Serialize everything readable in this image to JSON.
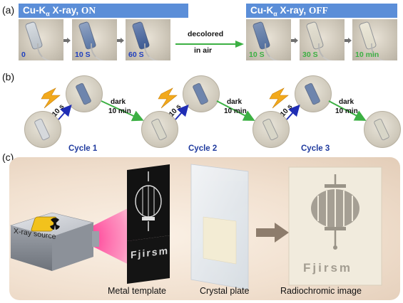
{
  "panel_labels": {
    "a": "(a)",
    "b": "(b)",
    "c": "(c)"
  },
  "panel_a": {
    "header_on": {
      "prefix": "Cu-K",
      "sub": "α",
      "suffix": " X-ray, ",
      "state": "ON"
    },
    "header_off": {
      "prefix": "Cu-K",
      "sub": "α",
      "suffix": " X-ray, ",
      "state": "OFF"
    },
    "decolor_text_line1": "decolored",
    "decolor_text_line2": "in air",
    "photos_on": [
      {
        "label": "0"
      },
      {
        "label": "10 S"
      },
      {
        "label": "60 S"
      }
    ],
    "photos_off": [
      {
        "label": "10 S"
      },
      {
        "label": "30 S"
      },
      {
        "label": "10 min"
      }
    ]
  },
  "panel_b": {
    "irradiate_label": "10 s",
    "dark_label_line1": "dark",
    "dark_label_line2": "10 min",
    "cycles": [
      "Cycle 1",
      "Cycle 2",
      "Cycle 3"
    ]
  },
  "panel_c": {
    "source_label": "X-ray source",
    "template_text": "Fjirsm",
    "image_text": "Fjirsm",
    "captions": {
      "template": "Metal template",
      "plate": "Crystal plate",
      "image": "Radiochromic image"
    }
  },
  "colors": {
    "header_blue": "#5b8ed8",
    "arrow_green": "#3cb043",
    "arrow_blue": "#1f2db5",
    "cycle_blue": "#1f3a9e",
    "label_on": "#1f3fbf",
    "label_off": "#3cb043",
    "beam_pink": "#ff4fa0"
  }
}
